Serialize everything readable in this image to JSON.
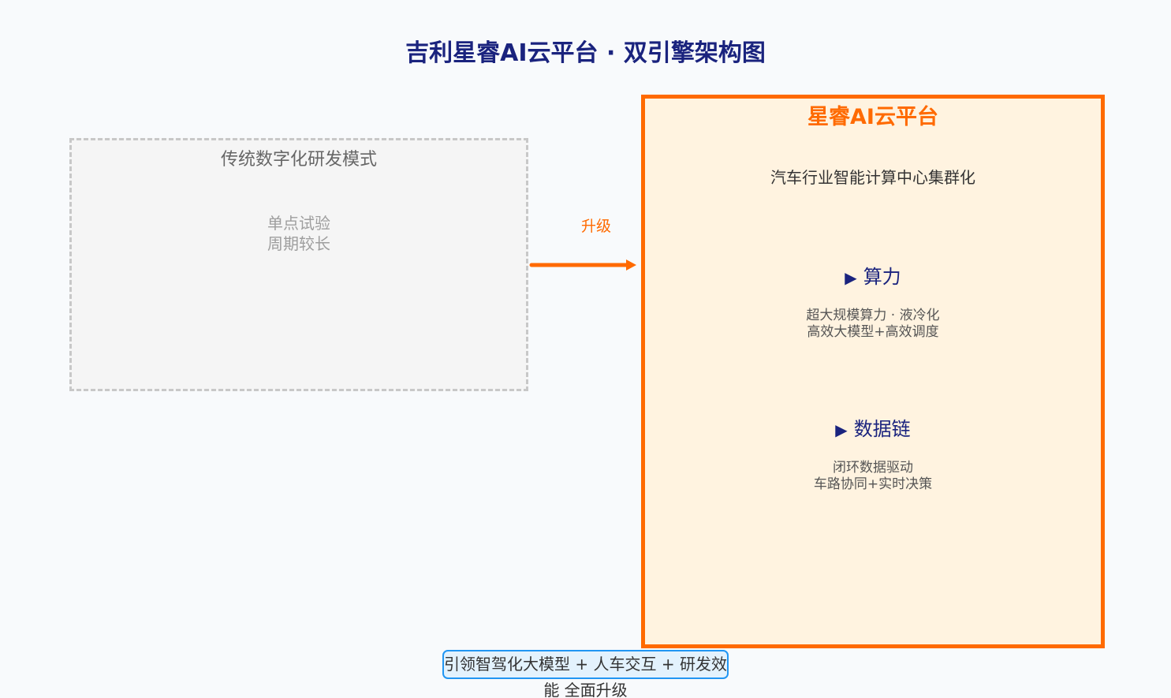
{
  "title": "吉利星睿AI云平台 · 双引擎架构图",
  "legacy": {
    "title": "传统数字化研发模式",
    "lines": [
      "单点试验",
      "周期较长"
    ]
  },
  "arrow": {
    "label": "升级"
  },
  "platform": {
    "title": "星睿AI云平台",
    "subtitle": "汽车行业智能计算中心集群化",
    "modules": [
      {
        "icon": "play-triangle-icon",
        "name": "算力",
        "lines": [
          "超大规模算力 · 液冷化",
          "高效大模型+高效调度"
        ]
      },
      {
        "icon": "play-triangle-icon",
        "name": "数据链",
        "lines": [
          "闭环数据驱动",
          "车路协同+实时决策"
        ]
      }
    ]
  },
  "footer": {
    "text": "引领智驾化大模型 + 人车交互 + 研发效能 全面升级"
  },
  "colors": {
    "accent": "#ff6a00",
    "title": "#1a237e",
    "legacy_border": "#c8c8c8",
    "footer_border": "#2196f3",
    "platform_bg": "#fff3e0"
  }
}
